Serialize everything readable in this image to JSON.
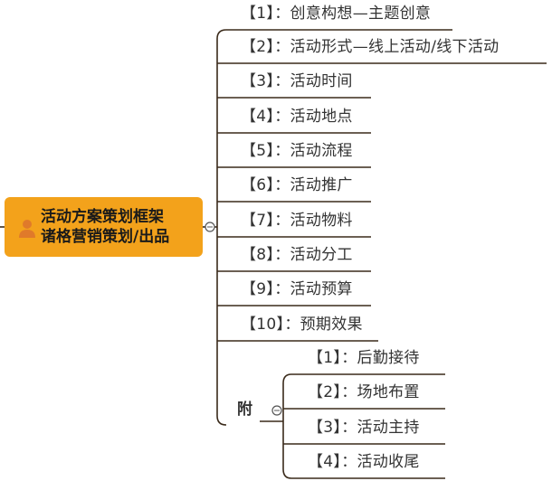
{
  "root": {
    "line1": "活动方案策划框架",
    "line2": "诸格营销策划/出品"
  },
  "nodes": [
    "【1】：创意构想—主题创意",
    "【2】：活动形式—线上活动/线下活动",
    "【3】：活动时间",
    "【4】：活动地点",
    "【5】：活动流程",
    "【6】：活动推广",
    "【7】：活动物料",
    "【8】：活动分工",
    "【9】：活动预算",
    "【10】：预期效果"
  ],
  "appendix": {
    "label": "附",
    "children": [
      "【1】：后勤接待",
      "【2】：场地布置",
      "【3】：活动主持",
      "【4】：活动收尾"
    ]
  },
  "colors": {
    "root_fill": "#f3a21b",
    "connector": "#3a2a1a",
    "text": "#333333"
  }
}
